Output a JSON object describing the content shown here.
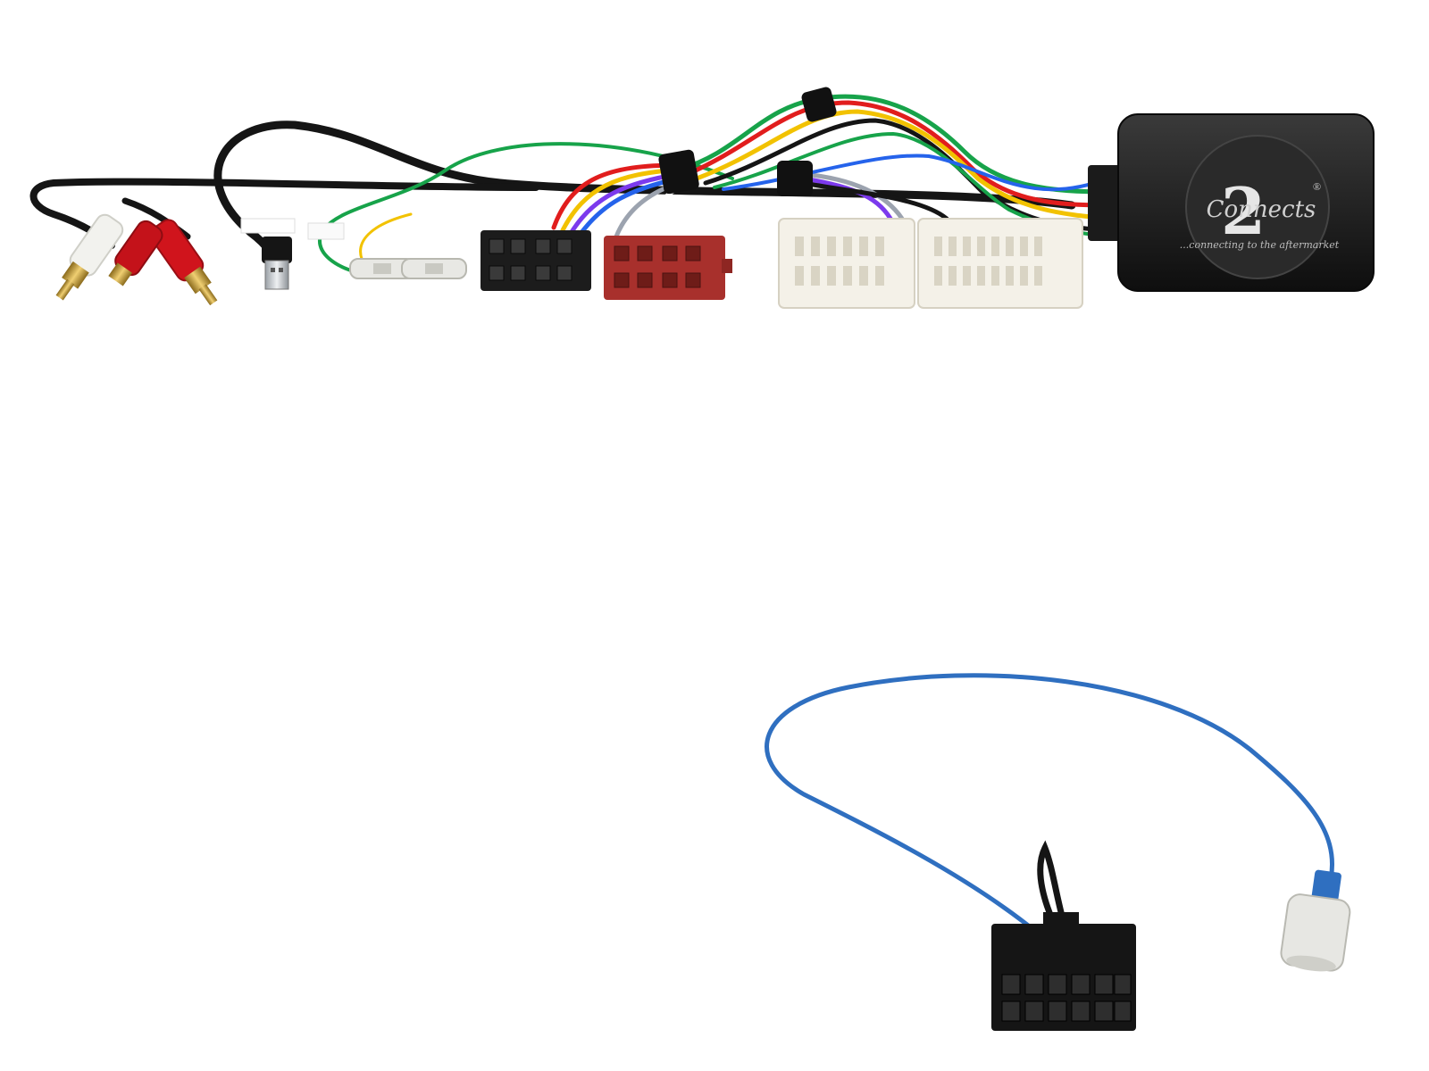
{
  "logo": {
    "numeral": "2",
    "wordmark": "Connects",
    "registered": "®",
    "tagline": "...connecting to the aftermarket"
  },
  "colors": {
    "background": "#ffffff",
    "module_body": "#1e1e1e",
    "cable_black": "#151515",
    "cable_blue": "#2f6fc0",
    "rca_red": "#d0141c",
    "rca_white": "#f2f2ee",
    "gold": "#c9a03c",
    "iso_black": "#1c1c1c",
    "iso_red": "#a8302c",
    "harness_plug": "#f4f1e8",
    "wires": [
      "#17a34a",
      "#e11d1d",
      "#f2c200",
      "#7c3aed",
      "#2563eb",
      "#9ca3af",
      "#ffffff",
      "#f97316"
    ]
  },
  "items": [
    {
      "name": "interface-module",
      "icon": "control-box"
    },
    {
      "name": "rca-audio-plugs",
      "icon": "rca-plug"
    },
    {
      "name": "usb-plug",
      "icon": "usb-plug"
    },
    {
      "name": "bullet-connectors",
      "icon": "bullet-connector"
    },
    {
      "name": "iso-black-connector",
      "icon": "iso-connector"
    },
    {
      "name": "iso-red-connector",
      "icon": "iso-connector"
    },
    {
      "name": "vehicle-harness-plugs",
      "icon": "harness-plug"
    },
    {
      "name": "patch-lead",
      "icon": "molex-connector"
    },
    {
      "name": "antenna-adapter",
      "icon": "antenna-plug"
    }
  ]
}
